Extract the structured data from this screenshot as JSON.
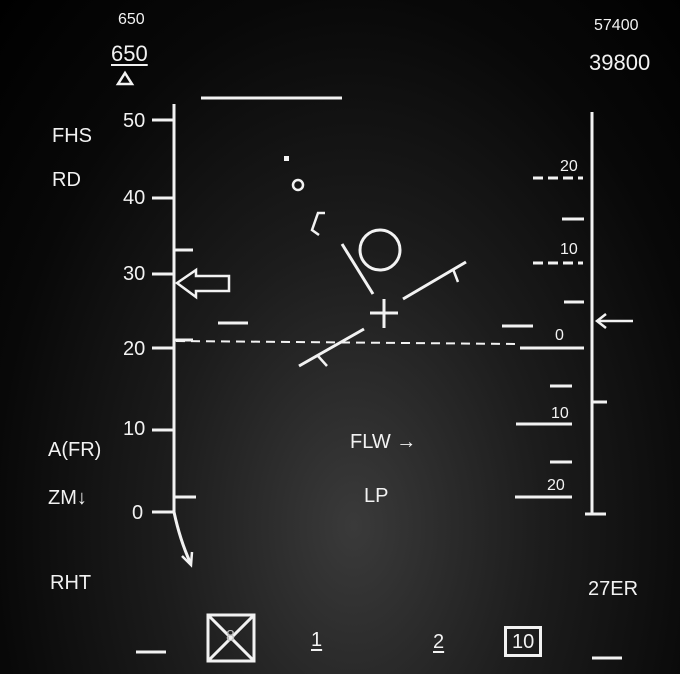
{
  "airspeed": {
    "selected": "650",
    "current": "650"
  },
  "altitude": {
    "selected": "57400",
    "current": "39800"
  },
  "left_scale": {
    "ticks": [
      "50",
      "40",
      "30",
      "20",
      "10",
      "0"
    ]
  },
  "right_scale": {
    "ticks": [
      "20",
      "10",
      "0",
      "10",
      "20"
    ]
  },
  "modes": {
    "fhs": "FHS",
    "rd": "RD",
    "a_fr": "A(FR)",
    "zm": "ZM",
    "zm_arrow": "↓",
    "rht": "RHT",
    "flw": "FLW →",
    "lp": "LP",
    "runway": "27ER"
  },
  "weapon_stations": {
    "s1": "1",
    "s2": "2",
    "s3": "10",
    "crossed": "8"
  }
}
